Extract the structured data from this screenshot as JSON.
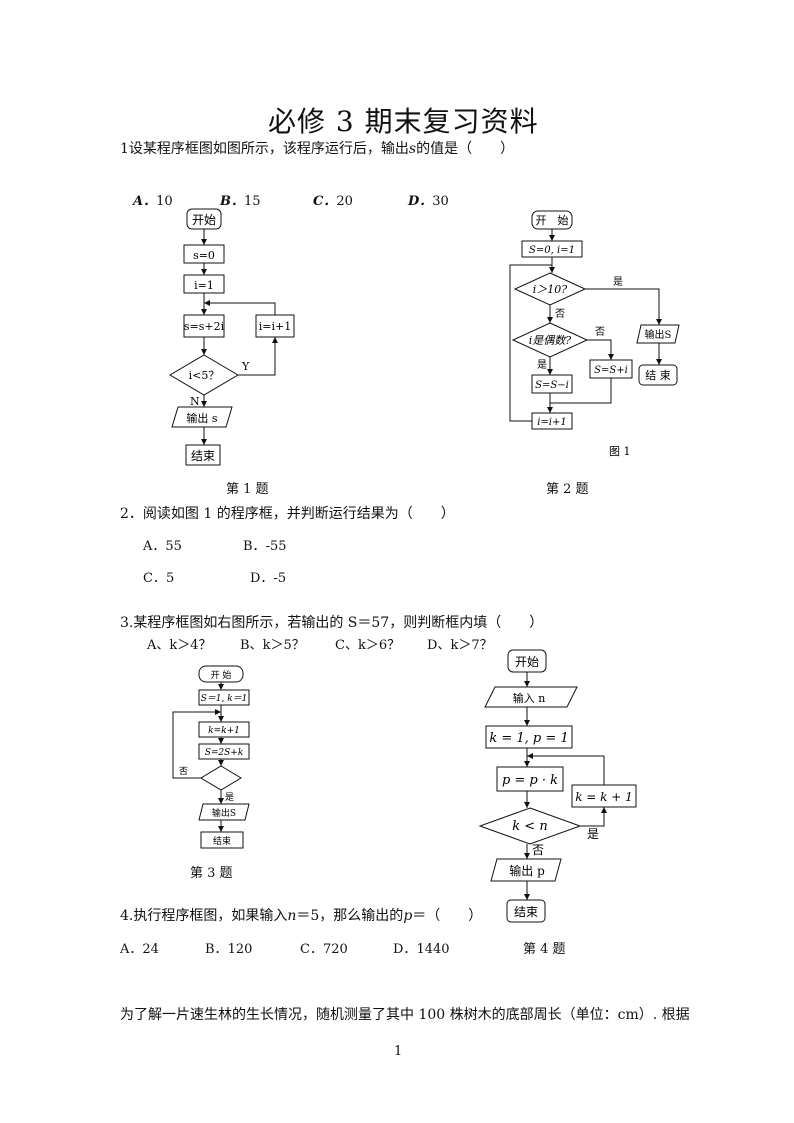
{
  "title": "必修 3 期末复习资料",
  "q1": {
    "text": "1设某程序框图如图所示，该程序运行后，输出",
    "var": "s",
    "tail": "的值是（　　）",
    "options": [
      {
        "label": "A．",
        "value": "10"
      },
      {
        "label": "B．",
        "value": "15"
      },
      {
        "label": "C．",
        "value": "20"
      },
      {
        "label": "D．",
        "value": "30"
      }
    ],
    "caption": "第 1 题",
    "flow": {
      "start": "开始",
      "s0": "s=0",
      "i1": "i=1",
      "s2i": "s=s+2i",
      "ii1": "i=i+1",
      "cond": "i<5？",
      "yes": "Y",
      "no": "N",
      "output": "输出 s",
      "end": "结束"
    }
  },
  "q2": {
    "text": "2．阅读如图 1 的程序框，并判断运行结果为（　　）",
    "options": [
      {
        "label": "A．",
        "value": "55"
      },
      {
        "label": "B．",
        "value": "-55"
      },
      {
        "label": "C．",
        "value": "5"
      },
      {
        "label": "D．",
        "value": "-5"
      }
    ],
    "caption": "第 2 题",
    "flow": {
      "start": "开　始",
      "init": "S=0, i=1",
      "cond1": "i＞10?",
      "yes": "是",
      "no": "否",
      "cond2": "i是偶数?",
      "no2": "否",
      "yes2": "是",
      "sminus": "S=S−i",
      "splus": "S=S+i",
      "inc": "i=i+1",
      "output": "输出S",
      "end": "结  束",
      "fig": "图 1"
    }
  },
  "q3": {
    "text": "3.某程序框图如右图所示，若输出的 S＝57，则判断框内填（　　）",
    "options": [
      {
        "label": "A、",
        "value": "k＞4？"
      },
      {
        "label": "B、",
        "value": "k＞5？"
      },
      {
        "label": "C、",
        "value": "k＞6？"
      },
      {
        "label": "D、",
        "value": "k＞7？"
      }
    ],
    "caption": "第 3 题",
    "flow": {
      "start": "开 始",
      "init": "S＝1, k＝1",
      "inc": "k=k+1",
      "calc": "S=2S+k",
      "no": "否",
      "yes": "是",
      "output": "输出S",
      "end": "结束"
    }
  },
  "q4": {
    "text_pre": "4.执行程序框图，如果输入",
    "var1": "n",
    "text_mid": "＝5，那么输出的",
    "var2": "p",
    "text_post": "＝（　　）",
    "options": [
      {
        "label": "A．",
        "value": "24"
      },
      {
        "label": "B．",
        "value": "120"
      },
      {
        "label": "C．",
        "value": "720"
      },
      {
        "label": "D．",
        "value": "1440"
      }
    ],
    "caption": "第 4 题",
    "flow": {
      "start": "开始",
      "input": "输入 n",
      "init": "k = 1,  p = 1",
      "calc": "p = p · k",
      "inc": "k = k + 1",
      "cond": "k < n",
      "yes": "是",
      "no": "否",
      "output": "输出 p",
      "end": "结束"
    }
  },
  "q5": {
    "text": "为了解一片速生林的生长情况，随机测量了其中 100 株树木的底部周长（单位：cm）. 根据"
  },
  "page_number": "1"
}
